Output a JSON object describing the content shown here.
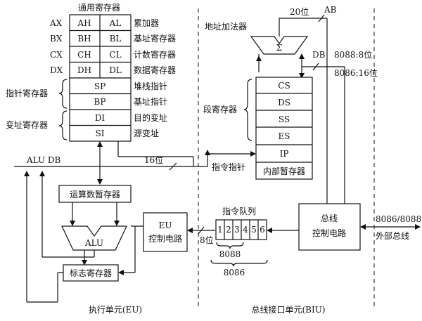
{
  "eu": {
    "gp_title": "通用寄存器",
    "gp_rows": [
      {
        "name": "AX",
        "hi": "AH",
        "lo": "AL",
        "desc": "累加器"
      },
      {
        "name": "BX",
        "hi": "BH",
        "lo": "BL",
        "desc": "基址寄存器"
      },
      {
        "name": "CX",
        "hi": "CH",
        "lo": "CL",
        "desc": "计数寄存器"
      },
      {
        "name": "DX",
        "hi": "DH",
        "lo": "DL",
        "desc": "数据寄存器"
      }
    ],
    "ptr_group": "指针寄存器",
    "idx_group": "变址寄存器",
    "ptr_idx_rows": [
      {
        "name": "SP",
        "desc": "堆栈指针"
      },
      {
        "name": "BP",
        "desc": "基址指针"
      },
      {
        "name": "DI",
        "desc": "目的变址"
      },
      {
        "name": "SI",
        "desc": "源变址"
      }
    ],
    "alu_db": "ALU DB",
    "operand_reg": "运算数暂存器",
    "alu": "ALU",
    "flags_reg": "标志寄存器",
    "eu_ctrl_1": "EU",
    "eu_ctrl_2": "控制电路",
    "label": "执行单元(EU)"
  },
  "biu": {
    "addr_adder": "地址加法器",
    "sigma": "Σ",
    "seg_group": "段寄存器",
    "seg_regs": [
      "CS",
      "DS",
      "SS",
      "ES"
    ],
    "ip": "IP",
    "internal_reg": "内部暂存器",
    "ip_label": "指令指针",
    "queue_title": "指令队列",
    "queue_cells": [
      "1",
      "2",
      "3",
      "4",
      "5",
      "6"
    ],
    "q8088": "8088",
    "q8086": "8086",
    "bus_ctrl_1": "总线",
    "bus_ctrl_2": "控制电路",
    "label": "总线接口单元(BIU)"
  },
  "buses": {
    "bits20": "20位",
    "ab": "AB",
    "db": "DB",
    "db8088": "8088:8位",
    "db8086": "8086:16位",
    "bits16": "16位",
    "bits8": "8位",
    "ext_bus_1": "8086/8088",
    "ext_bus_2": "外部总线"
  }
}
